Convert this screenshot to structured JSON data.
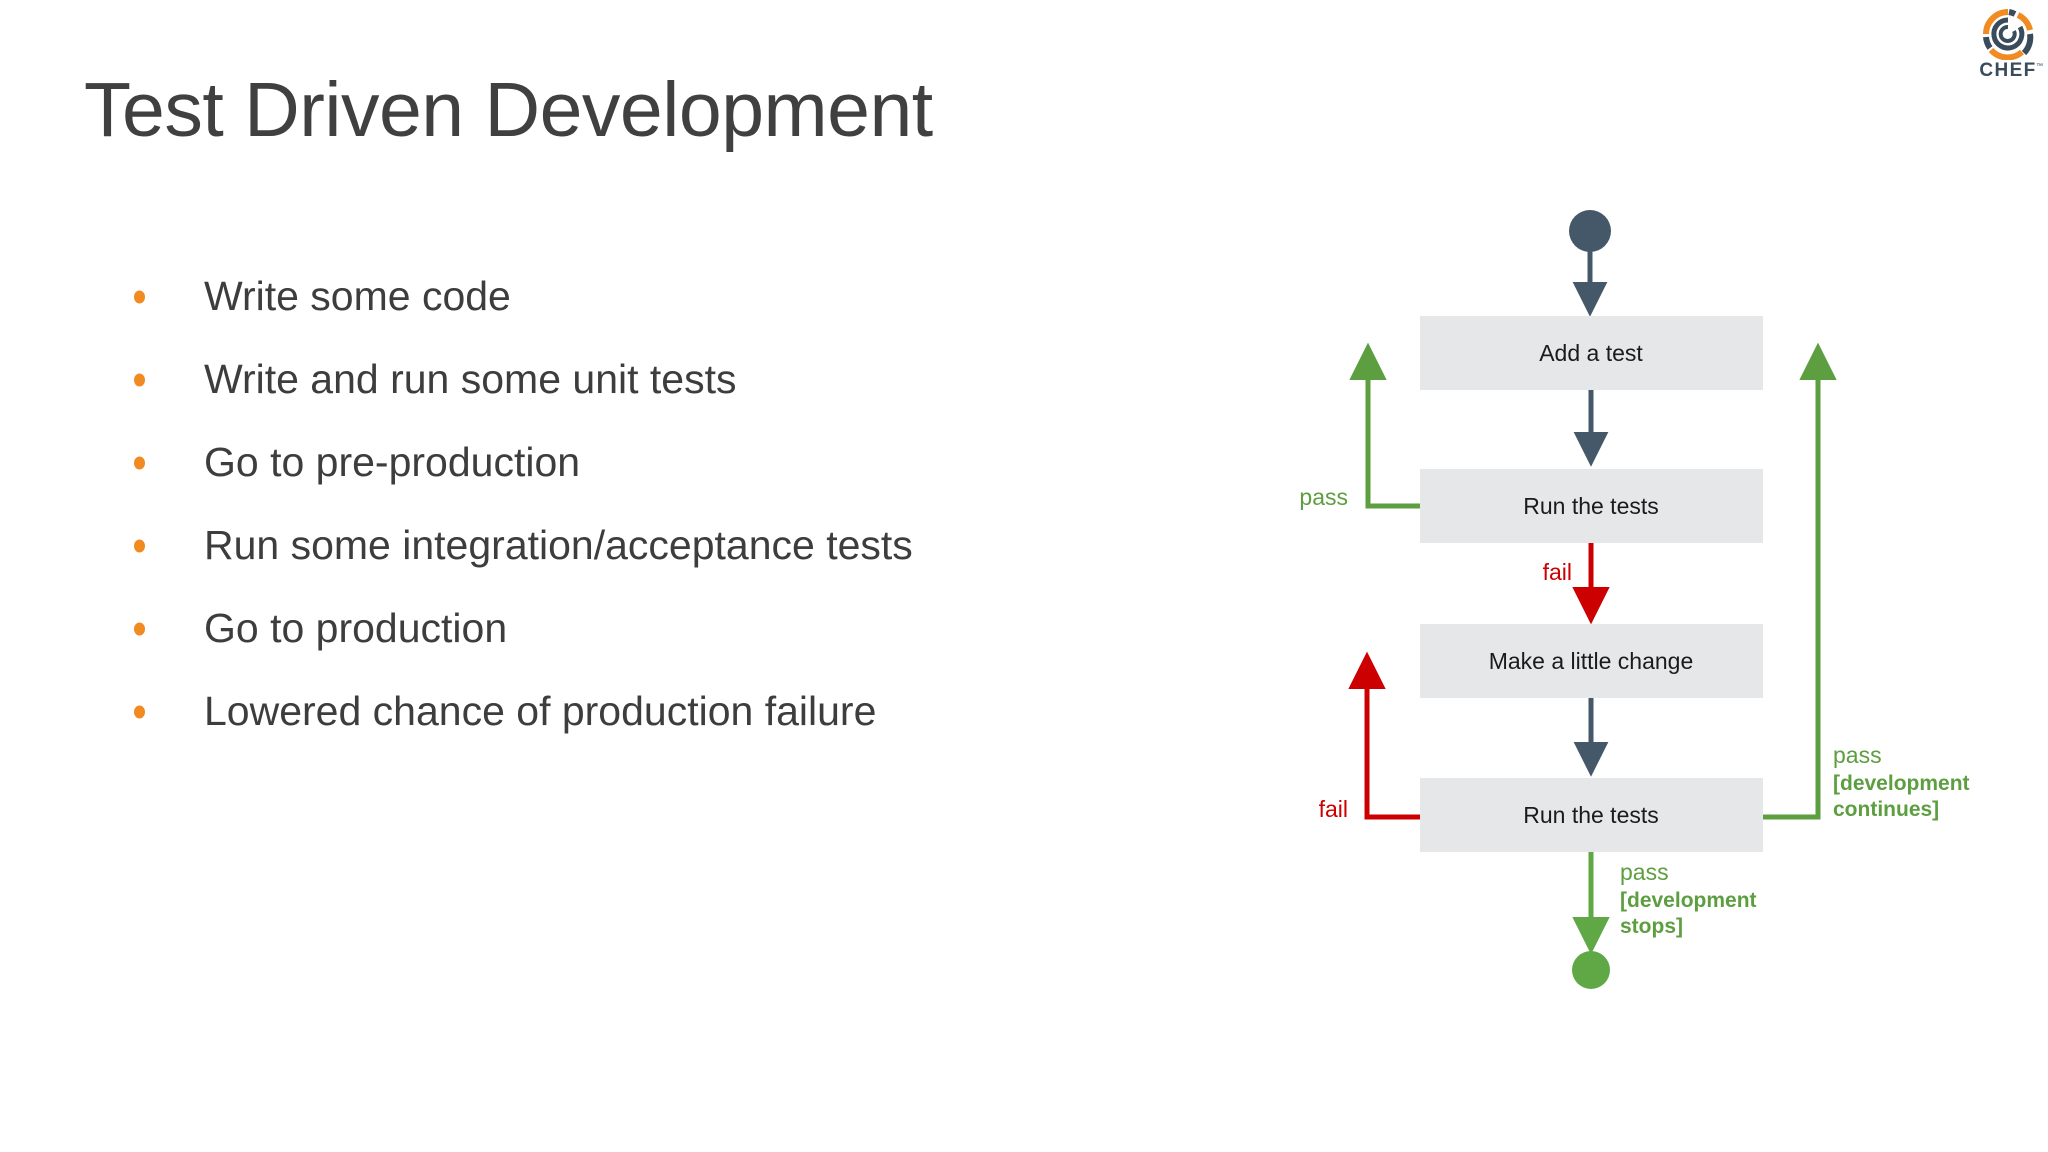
{
  "slide": {
    "title": "Test Driven Development",
    "background_color": "#ffffff",
    "title_color": "#404040"
  },
  "brand": {
    "name": "CHEF",
    "trademark": "™",
    "logo_icon": "chef-circular-logo-icon",
    "orange": "#f18a21",
    "navy": "#3a4b5c"
  },
  "bullets": {
    "marker_color": "#f18a21",
    "items": [
      {
        "text": "Write some code"
      },
      {
        "text": "Write and run some unit tests"
      },
      {
        "text": "Go to pre-production"
      },
      {
        "text": "Run some integration/acceptance tests"
      },
      {
        "text": "Go to production"
      },
      {
        "text": "Lowered chance of production failure"
      }
    ]
  },
  "flowchart": {
    "colors": {
      "node_fill": "#e6e7e9",
      "node_text": "#1b1b1b",
      "flow_arrow": "#44586a",
      "pass": "#5d9e40",
      "fail": "#cc0000",
      "start_node": "#44586a",
      "end_node": "#5fa845"
    },
    "nodes": [
      {
        "id": "start",
        "type": "start-node",
        "label": ""
      },
      {
        "id": "add-a-test",
        "type": "process",
        "label": "Add a test"
      },
      {
        "id": "run-the-tests-1",
        "type": "process",
        "label": "Run the tests"
      },
      {
        "id": "make-a-little-change",
        "type": "process",
        "label": "Make a little change"
      },
      {
        "id": "run-the-tests-2",
        "type": "process",
        "label": "Run the tests"
      },
      {
        "id": "end",
        "type": "end-node",
        "label": ""
      }
    ],
    "edges": [
      {
        "from": "start",
        "to": "add-a-test",
        "label": "",
        "color": "#44586a"
      },
      {
        "from": "add-a-test",
        "to": "run-the-tests-1",
        "label": "",
        "color": "#44586a"
      },
      {
        "from": "run-the-tests-1",
        "to": "add-a-test",
        "label": "pass",
        "color": "#5d9e40"
      },
      {
        "from": "run-the-tests-1",
        "to": "make-a-little-change",
        "label": "fail",
        "color": "#cc0000"
      },
      {
        "from": "make-a-little-change",
        "to": "run-the-tests-2",
        "label": "",
        "color": "#44586a"
      },
      {
        "from": "run-the-tests-2",
        "to": "make-a-little-change",
        "label": "fail",
        "color": "#cc0000"
      },
      {
        "from": "run-the-tests-2",
        "to": "add-a-test",
        "label": "pass [development continues]",
        "color": "#5d9e40"
      },
      {
        "from": "run-the-tests-2",
        "to": "end",
        "label": "pass [development stops]",
        "color": "#5fa845"
      }
    ],
    "labels": {
      "pass_left": "pass",
      "fail_middle": "fail",
      "fail_left": "fail",
      "pass_right": "pass",
      "pass_right_bold_1": "[development",
      "pass_right_bold_2": "continues]",
      "pass_bottom": "pass",
      "pass_bottom_bold_1": "[development",
      "pass_bottom_bold_2": "stops]"
    }
  }
}
